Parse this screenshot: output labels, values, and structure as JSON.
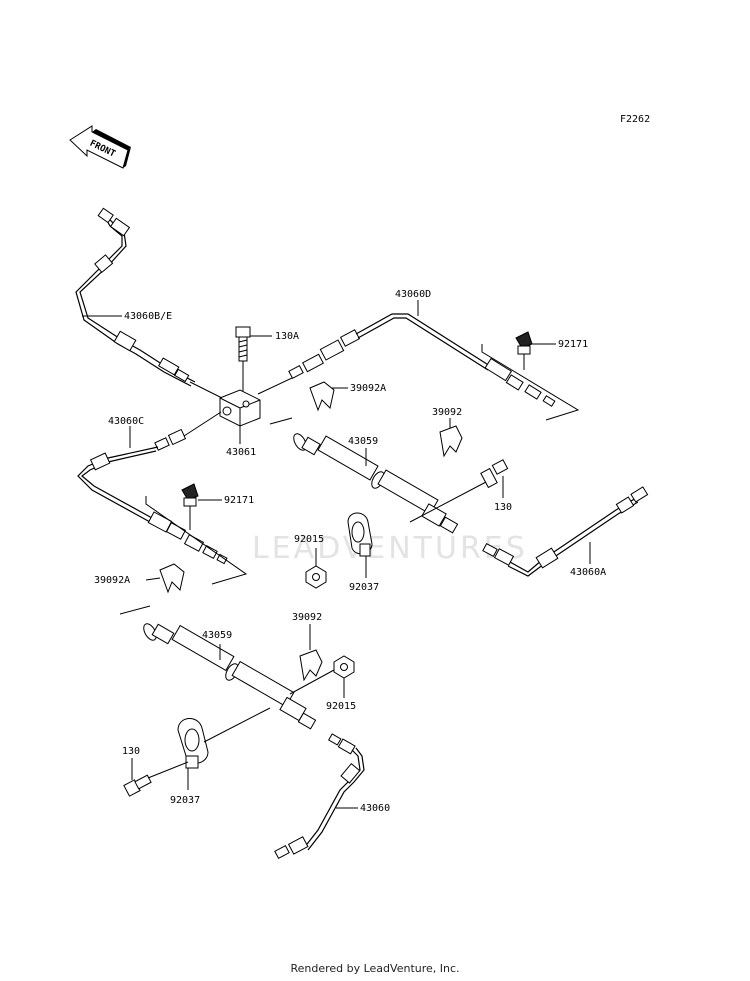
{
  "figure_code": "F2262",
  "front_label": "FRONT",
  "watermark": "LEADVENTURES",
  "footer": "Rendered by LeadVenture, Inc.",
  "labels": {
    "p43060be": "43060B/E",
    "p130a": "130A",
    "p43060d": "43060D",
    "p92171_top": "92171",
    "p39092a_top": "39092A",
    "p43060c": "43060C",
    "p43061": "43061",
    "p43059_top": "43059",
    "p39092_top": "39092",
    "p130_top": "130",
    "p92171_left": "92171",
    "p92015_top": "92015",
    "p92037_top": "92037",
    "p43060a": "43060A",
    "p39092a_left": "39092A",
    "p43059_bottom": "43059",
    "p39092_bottom": "39092",
    "p92015_bottom": "92015",
    "p130_bottom": "130",
    "p92037_bottom": "92037",
    "p43060": "43060"
  }
}
